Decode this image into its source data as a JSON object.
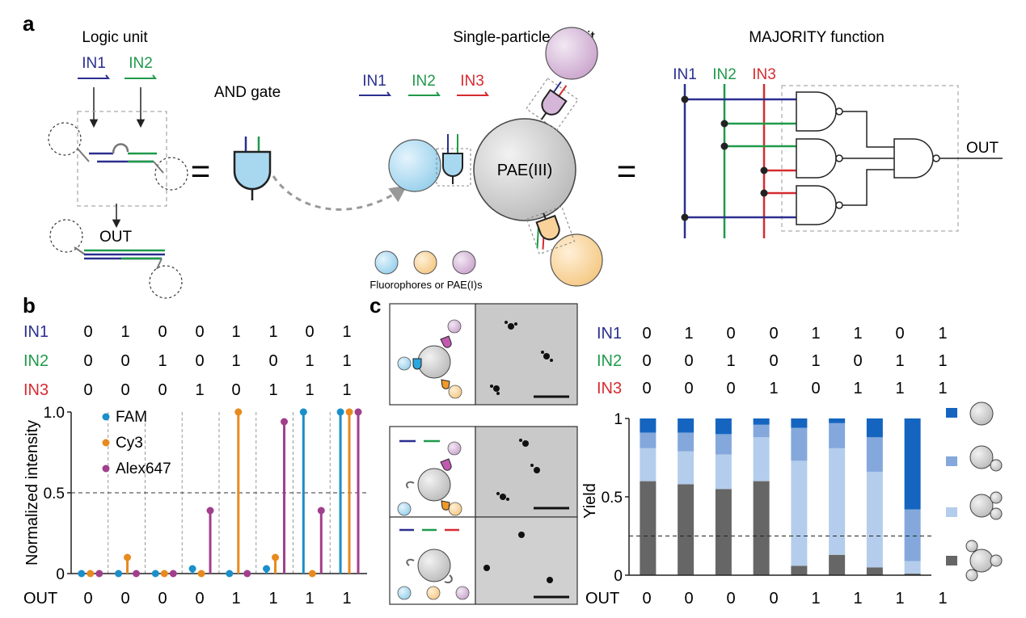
{
  "panels": {
    "a": {
      "letter": "a",
      "logic_unit": {
        "title": "Logic unit",
        "in1": "IN1",
        "in2": "IN2",
        "out": "OUT"
      },
      "and_gate": "AND gate",
      "equals": "=",
      "circuit": {
        "title": "Single-particle circuit",
        "in1": "IN1",
        "in2": "IN2",
        "in3": "IN3",
        "core": "PAE(III)",
        "legend": "Fluorophores or PAE(I)s"
      },
      "majority": {
        "title": "MAJORITY function",
        "in1": "IN1",
        "in2": "IN2",
        "in3": "IN3",
        "out": "OUT"
      }
    },
    "b": {
      "letter": "b",
      "row_labels": [
        "IN1",
        "IN2",
        "IN3"
      ],
      "truth": [
        [
          0,
          1,
          0,
          0,
          1,
          1,
          0,
          1
        ],
        [
          0,
          0,
          1,
          0,
          1,
          0,
          1,
          1
        ],
        [
          0,
          0,
          0,
          1,
          0,
          1,
          1,
          1
        ]
      ],
      "out_label": "OUT",
      "out": [
        0,
        0,
        0,
        0,
        1,
        1,
        1,
        1
      ]
    },
    "c": {
      "letter": "c",
      "row_labels": [
        "IN1",
        "IN2",
        "IN3"
      ],
      "truth": [
        [
          0,
          1,
          0,
          0,
          1,
          1,
          0,
          1
        ],
        [
          0,
          0,
          1,
          0,
          1,
          0,
          1,
          1
        ],
        [
          0,
          0,
          0,
          1,
          0,
          1,
          1,
          1
        ]
      ],
      "out_label": "OUT",
      "out": [
        0,
        0,
        0,
        0,
        1,
        1,
        1,
        1
      ]
    }
  },
  "colors": {
    "in1": "#2b2f8f",
    "in2": "#1f9a4a",
    "in3": "#d62b30",
    "fam": "#1a8fc9",
    "cy3": "#e88a1f",
    "alex647": "#a13f8c",
    "gate_blue": "#a8d8f0",
    "gate_purple": "#d5b5d8",
    "gate_orange": "#f8d29a",
    "yield_dark": "#666666",
    "yield_light": "#b4cdec",
    "yield_mid": "#84a8dc",
    "yield_top": "#1565c0"
  },
  "chart_data": [
    {
      "type": "bar",
      "id": "normalized-intensity",
      "subtype": "stem",
      "xlabel": "",
      "ylabel": "Normalized intensity",
      "ylim": [
        0,
        1
      ],
      "yticks": [
        "0",
        "0.5",
        "1.0"
      ],
      "threshold": 0.5,
      "categories": [
        "000",
        "100",
        "010",
        "001",
        "110",
        "101",
        "011",
        "111"
      ],
      "series": [
        {
          "name": "FAM",
          "values": [
            0.0,
            0.0,
            0.0,
            0.03,
            0.0,
            0.03,
            1.0,
            1.0
          ]
        },
        {
          "name": "Cy3",
          "values": [
            0.0,
            0.1,
            0.0,
            0.0,
            1.0,
            0.1,
            0.0,
            1.0
          ]
        },
        {
          "name": "Alex647",
          "values": [
            0.0,
            0.0,
            0.0,
            0.39,
            0.0,
            0.94,
            0.39,
            1.0
          ]
        }
      ],
      "legend_position": "top-left",
      "grid": false
    },
    {
      "type": "bar",
      "id": "yield",
      "subtype": "stacked",
      "xlabel": "",
      "ylabel": "Yield",
      "ylim": [
        0,
        1
      ],
      "yticks": [
        "0",
        "0.5",
        "1"
      ],
      "threshold": 0.25,
      "categories": [
        "000",
        "100",
        "010",
        "001",
        "110",
        "101",
        "011",
        "111"
      ],
      "series": [
        {
          "values": [
            0.6,
            0.58,
            0.55,
            0.6,
            0.06,
            0.13,
            0.05,
            0.01
          ]
        },
        {
          "values": [
            0.21,
            0.21,
            0.22,
            0.28,
            0.67,
            0.68,
            0.61,
            0.08
          ]
        },
        {
          "values": [
            0.1,
            0.12,
            0.13,
            0.08,
            0.21,
            0.16,
            0.22,
            0.33
          ]
        },
        {
          "values": [
            0.09,
            0.09,
            0.1,
            0.04,
            0.06,
            0.03,
            0.12,
            0.58
          ]
        }
      ],
      "legend_position": "right",
      "grid": false
    }
  ]
}
